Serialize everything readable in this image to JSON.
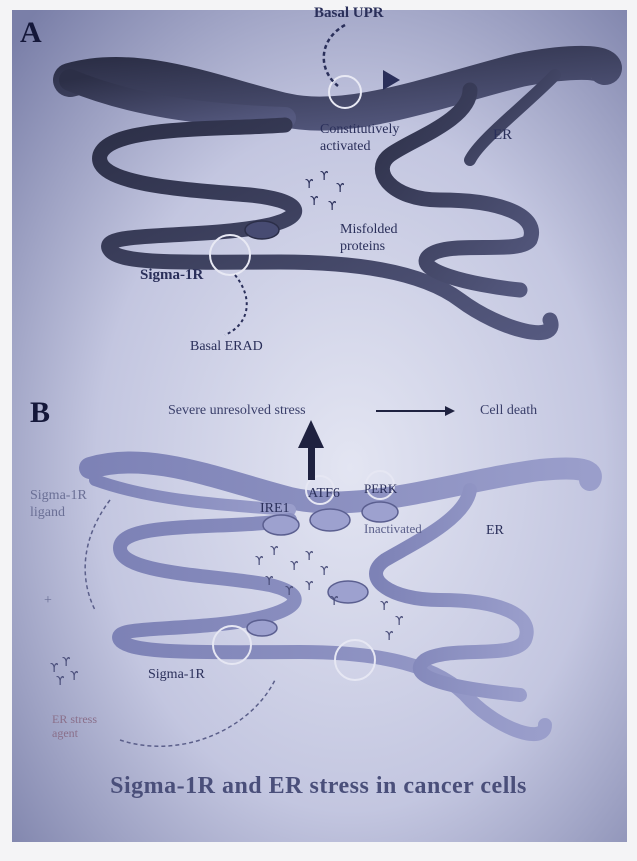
{
  "figure": {
    "caption": "Sigma-1R and ER stress in cancer cells",
    "panel_a": {
      "letter": "A",
      "labels": {
        "basal_upr": "Basal UPR",
        "constitutively_activated": "Constitutively activated",
        "er": "ER",
        "misfolded_proteins": "Misfolded proteins",
        "sigma_1r": "Sigma-1R",
        "basal_erad": "Basal ERAD"
      }
    },
    "panel_b": {
      "letter": "B",
      "labels": {
        "severe_unresolved_stress": "Severe unresolved stress",
        "cell_death": "Cell death",
        "sigma_1r_ligand": "Sigma-1R ligand",
        "ire1": "IRE1",
        "atf6": "ATF6",
        "perk": "PERK",
        "inactivated": "Inactivated",
        "er": "ER",
        "sigma_1r": "Sigma-1R",
        "er_stress_agent": "ER stress agent",
        "plus": "+"
      }
    },
    "colors": {
      "photo_bg": "#c8cbe4",
      "photo_edge": "#6e739c",
      "er_dark": "#3a3e5c",
      "er_light": "#8a8fc0",
      "text": "#2a2f5a"
    }
  }
}
